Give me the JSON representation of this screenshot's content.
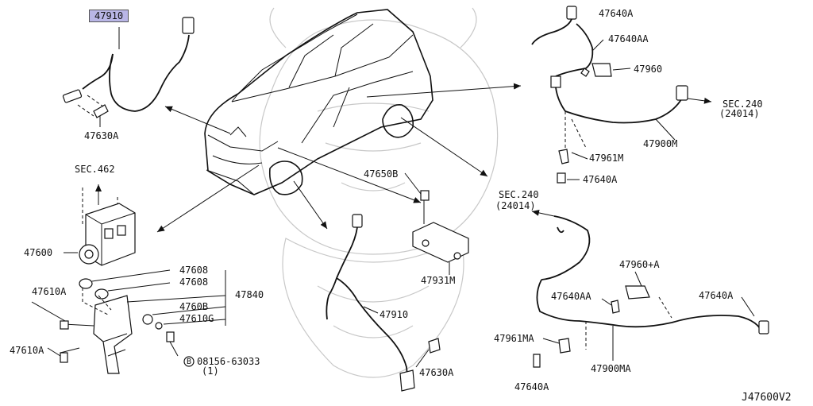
{
  "diagram_code": "J47600V2",
  "labels": {
    "l47910_top": "47910",
    "l47630a_top": "47630A",
    "sec462": "SEC.462",
    "l47600": "47600",
    "l47610a_1": "47610A",
    "l47610a_2": "47610A",
    "l47608_1": "47608",
    "l47608_2": "47608",
    "l47840": "47840",
    "l4760b": "4760B",
    "l47610g": "47610G",
    "bolt_code": "08156-63033",
    "bolt_qty": "(1)",
    "bolt_symbol": "B",
    "l47650b": "47650B",
    "l47931m": "47931M",
    "l47910_mid": "47910",
    "l47630a_mid": "47630A",
    "l47640a_1": "47640A",
    "l47640aa_1": "47640AA",
    "l47960": "47960",
    "sec240_1": "SEC.240",
    "sec240_1b": "(24014)",
    "l47900m": "47900M",
    "l47961m": "47961M",
    "l47640a_2": "47640A",
    "sec240_2": "SEC.240",
    "sec240_2b": "(24014)",
    "l47960a": "47960+A",
    "l47640aa_2": "47640AA",
    "l47640a_3": "47640A",
    "l47961ma": "47961MA",
    "l47900ma": "47900MA",
    "l47640a_4": "47640A"
  }
}
